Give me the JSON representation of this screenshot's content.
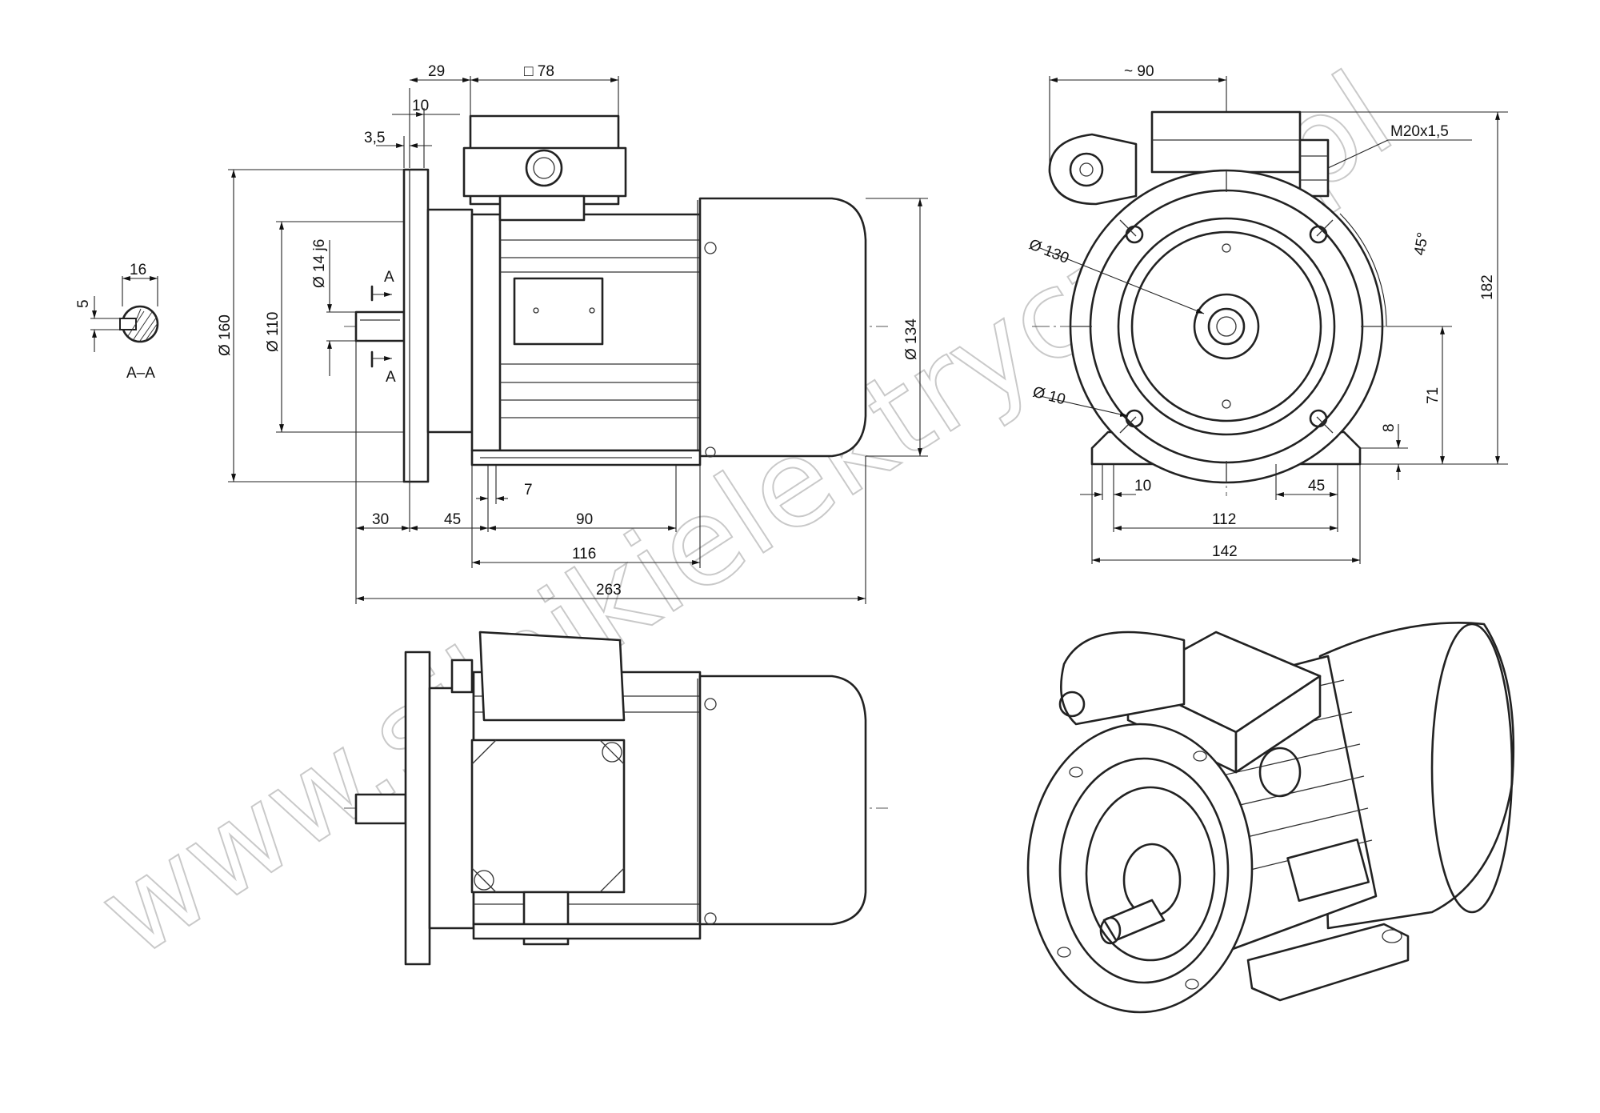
{
  "drawing": {
    "watermark": "www.silnikielektryczne.pl",
    "section_label": "A–A",
    "section_marker": "A",
    "front_view_dims": {
      "d1": "29",
      "d2": "□ 78",
      "d3": "10",
      "d4": "3,5",
      "d5": "Ø 160",
      "d6": "Ø 110",
      "d7": "Ø 14 j6",
      "d8": "Ø 134",
      "d9": "30",
      "d10": "45",
      "d11": "90",
      "d12": "7",
      "d13": "116",
      "d14": "263"
    },
    "shaft_dims": {
      "width": "16",
      "key": "5"
    },
    "end_view_dims": {
      "d1": "~ 90",
      "d2": "M20x1,5",
      "d3": "Ø 130",
      "d4": "45°",
      "d5": "182",
      "d6": "Ø 10",
      "d7": "71",
      "d8": "8",
      "d9": "10",
      "d10": "45",
      "d11": "112",
      "d12": "142"
    }
  }
}
